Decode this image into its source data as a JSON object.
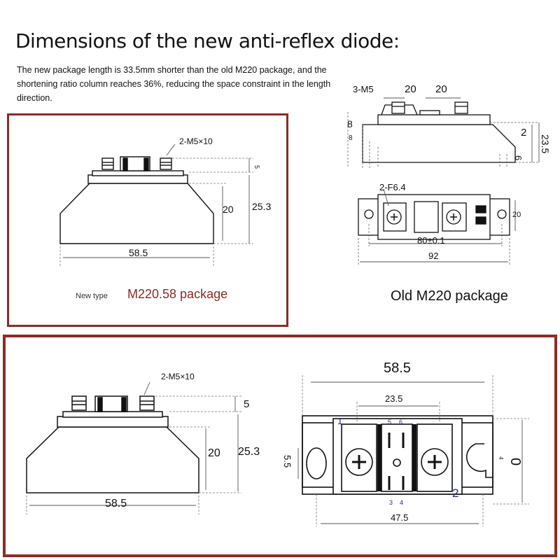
{
  "heading": "Dimensions of the new anti-reflex diode:",
  "description": "The new package length is 33.5mm shorter than the old M220 package, and the shortening ratio column reaches 36%, reducing the space constraint in the length direction.",
  "new_type": {
    "small_label": "New type",
    "package_label": "M220.58 package",
    "screw_label": "2-M5×10",
    "dim_5": "5",
    "dim_20": "20",
    "dim_25_3": "25.3",
    "dim_58_5": "58.5"
  },
  "old_package": {
    "label": "Old M220 package",
    "screw_label": "3-M5",
    "dim_20a": "20",
    "dim_20b": "20",
    "dim_8a": "8",
    "dim_8b": "8",
    "dim_2": "2",
    "dim_23_5": "23.5",
    "dim_6": "6",
    "hole_label": "2-F6.4",
    "dim_20_right": "20",
    "dim_80": "80±0.1",
    "dim_92": "92"
  },
  "bottom_side": {
    "screw_label": "2-M5×10",
    "dim_5": "5",
    "dim_20": "20",
    "dim_25_3": "25.3",
    "dim_58_5": "58.5"
  },
  "bottom_top": {
    "dim_58_5": "58.5",
    "dim_23_5": "23.5",
    "dim_47_5": "47.5",
    "dim_5_5": "5.5",
    "dim_0": "0",
    "dim_4": "4",
    "pin_1": "1",
    "pin_2": "2",
    "pin_5": "5",
    "pin_6": "6",
    "pin_3": "3",
    "pin_4": "4"
  },
  "colors": {
    "frame": "#8e2a26",
    "pin_labels": "#1d2a8f"
  }
}
